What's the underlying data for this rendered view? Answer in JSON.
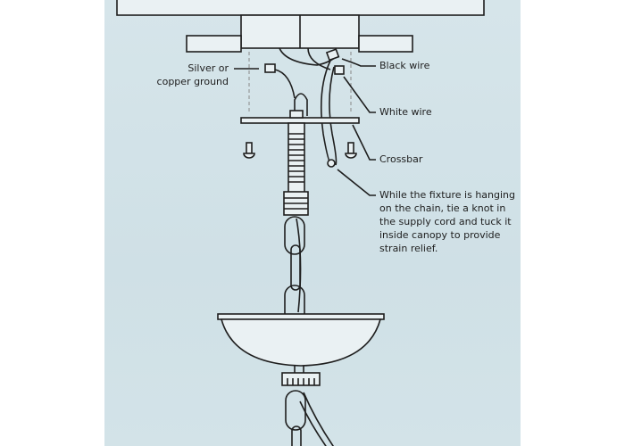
{
  "labels": {
    "ground": [
      "Silver or",
      "copper ground"
    ],
    "black_wire": "Black wire",
    "white_wire": "White wire",
    "crossbar": "Crossbar",
    "strain_relief": [
      "While the fixture is hanging",
      "on the chain, tie a knot in",
      "the supply cord and tuck it",
      "inside canopy to provide",
      "strain relief."
    ]
  },
  "colors": {
    "background": "#d6e5ea",
    "line": "#1e1e1e",
    "fill": "#eaf1f3"
  }
}
